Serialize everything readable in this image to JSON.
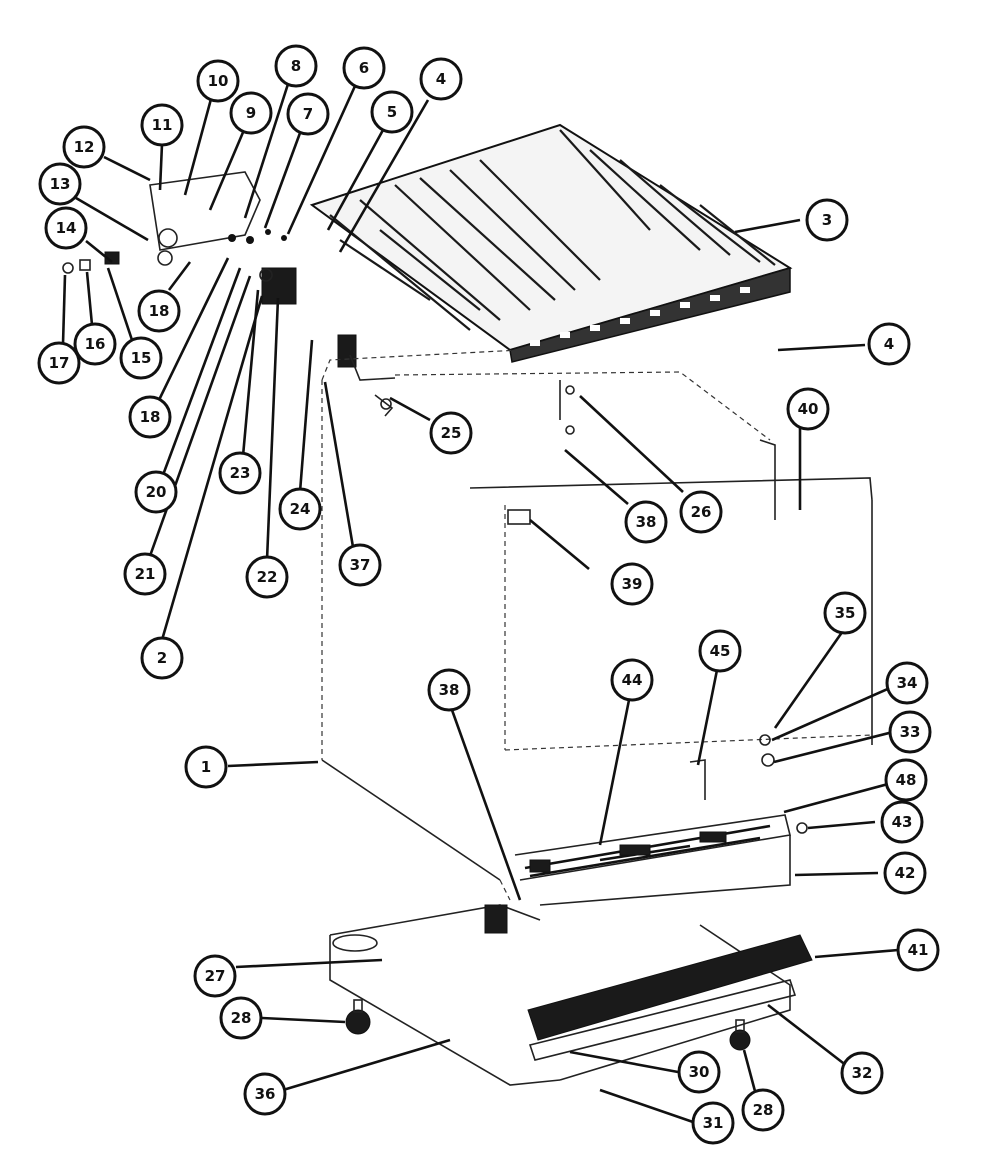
{
  "diagram": {
    "colors": {
      "ink": "#111111",
      "paper": "#ffffff"
    },
    "callouts": [
      {
        "id": "c1",
        "label": "1"
      },
      {
        "id": "c2",
        "label": "2"
      },
      {
        "id": "c3",
        "label": "3"
      },
      {
        "id": "c4a",
        "label": "4"
      },
      {
        "id": "c4b",
        "label": "4"
      },
      {
        "id": "c5",
        "label": "5"
      },
      {
        "id": "c6",
        "label": "6"
      },
      {
        "id": "c7",
        "label": "7"
      },
      {
        "id": "c8",
        "label": "8"
      },
      {
        "id": "c9",
        "label": "9"
      },
      {
        "id": "c10",
        "label": "10"
      },
      {
        "id": "c11",
        "label": "11"
      },
      {
        "id": "c12",
        "label": "12"
      },
      {
        "id": "c13",
        "label": "13"
      },
      {
        "id": "c14",
        "label": "14"
      },
      {
        "id": "c15",
        "label": "15"
      },
      {
        "id": "c16",
        "label": "16"
      },
      {
        "id": "c17",
        "label": "17"
      },
      {
        "id": "c18a",
        "label": "18"
      },
      {
        "id": "c18b",
        "label": "18"
      },
      {
        "id": "c20",
        "label": "20"
      },
      {
        "id": "c21",
        "label": "21"
      },
      {
        "id": "c22",
        "label": "22"
      },
      {
        "id": "c23",
        "label": "23"
      },
      {
        "id": "c24",
        "label": "24"
      },
      {
        "id": "c25",
        "label": "25"
      },
      {
        "id": "c26",
        "label": "26"
      },
      {
        "id": "c27",
        "label": "27"
      },
      {
        "id": "c28a",
        "label": "28"
      },
      {
        "id": "c28b",
        "label": "28"
      },
      {
        "id": "c30",
        "label": "30"
      },
      {
        "id": "c31",
        "label": "31"
      },
      {
        "id": "c32",
        "label": "32"
      },
      {
        "id": "c33",
        "label": "33"
      },
      {
        "id": "c34",
        "label": "34"
      },
      {
        "id": "c35",
        "label": "35"
      },
      {
        "id": "c36",
        "label": "36"
      },
      {
        "id": "c37",
        "label": "37"
      },
      {
        "id": "c38a",
        "label": "38"
      },
      {
        "id": "c38b",
        "label": "38"
      },
      {
        "id": "c39",
        "label": "39"
      },
      {
        "id": "c40",
        "label": "40"
      },
      {
        "id": "c41",
        "label": "41"
      },
      {
        "id": "c42",
        "label": "42"
      },
      {
        "id": "c43",
        "label": "43"
      },
      {
        "id": "c44",
        "label": "44"
      },
      {
        "id": "c45",
        "label": "45"
      },
      {
        "id": "c48",
        "label": "48"
      }
    ]
  }
}
